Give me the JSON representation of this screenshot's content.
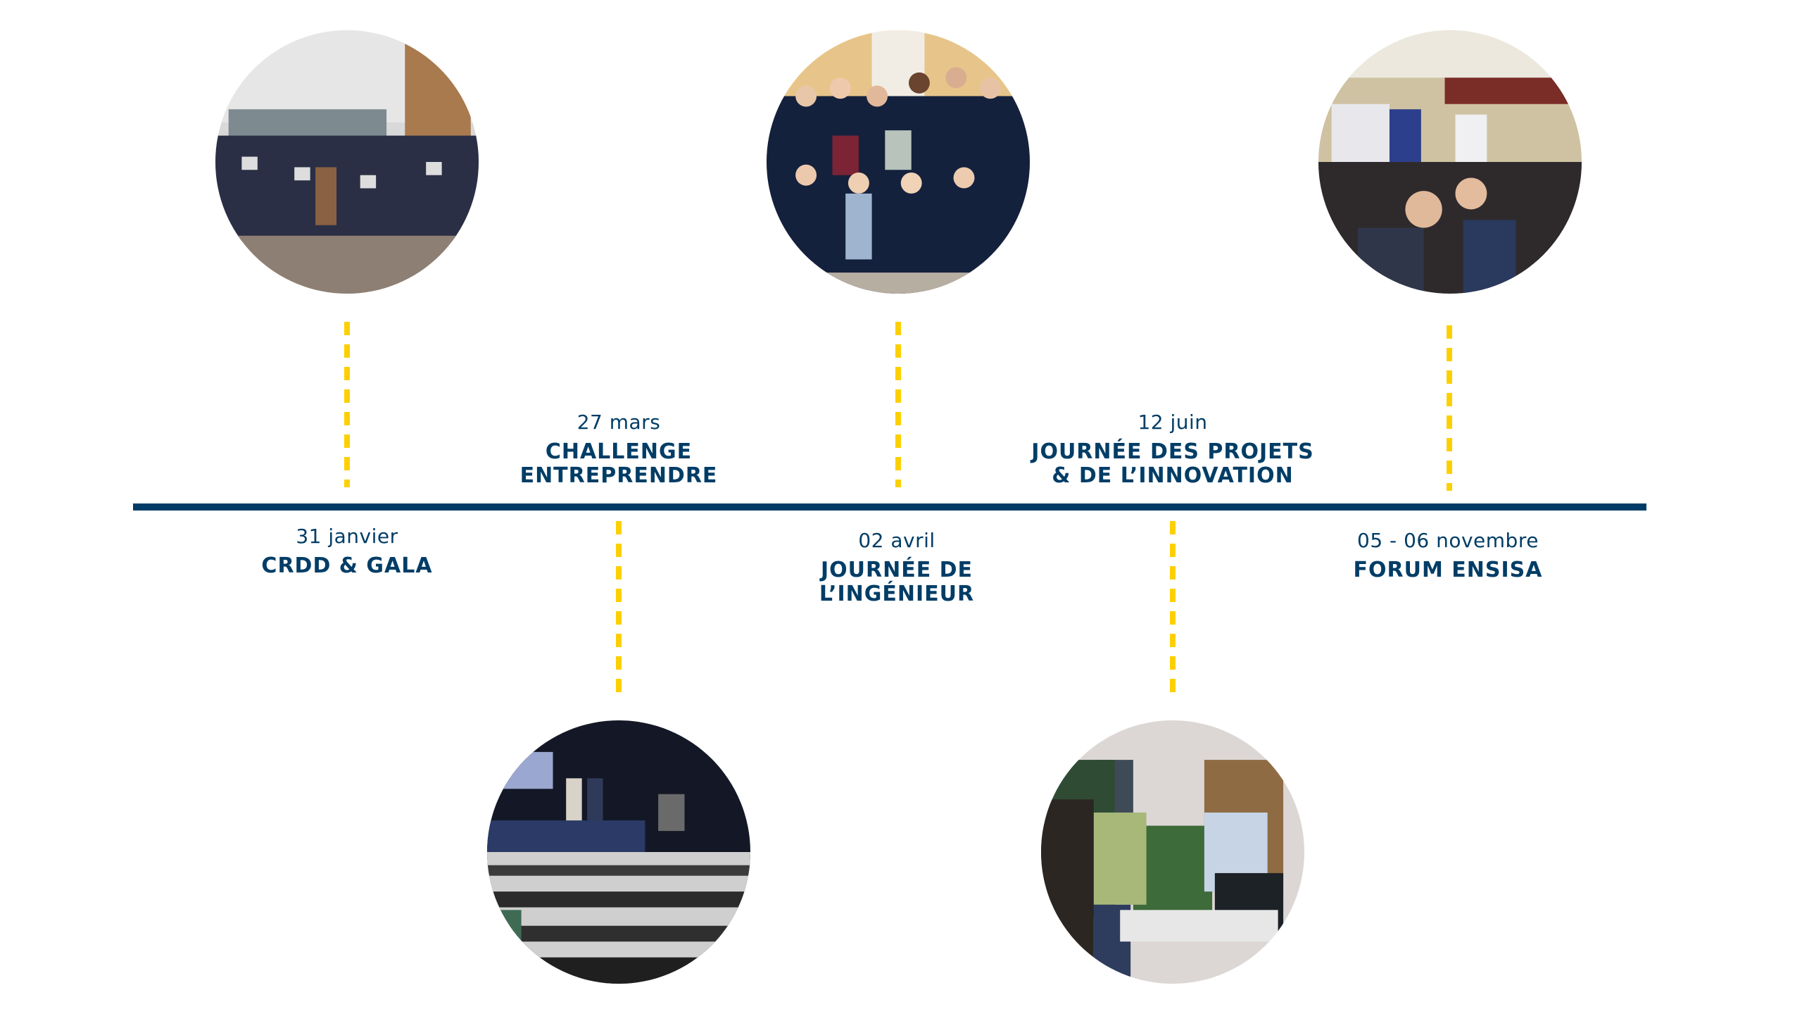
{
  "timeline": {
    "colors": {
      "axis": "#003d66",
      "connector": "#fcd000",
      "text": "#003d66",
      "background": "#ffffff"
    },
    "events": [
      {
        "date": "31 janvier",
        "title": "CRDD & GALA",
        "photo": "graduation-group-photo",
        "position": "top-photo"
      },
      {
        "date": "27 mars",
        "title": "CHALLENGE\nENTREPRENDRE",
        "photo": "amphitheater-audience-photo",
        "position": "bottom-photo"
      },
      {
        "date": "02 avril",
        "title": "JOURNÉE DE\nL’INGÉNIEUR",
        "photo": "student-group-photo",
        "position": "top-photo"
      },
      {
        "date": "12 juin",
        "title": "JOURNÉE DES PROJETS\n& DE L’INNOVATION",
        "photo": "project-demo-photo",
        "position": "bottom-photo"
      },
      {
        "date": "05 - 06 novembre",
        "title": "FORUM ENSISA",
        "photo": "career-forum-photo",
        "position": "top-photo"
      }
    ]
  }
}
